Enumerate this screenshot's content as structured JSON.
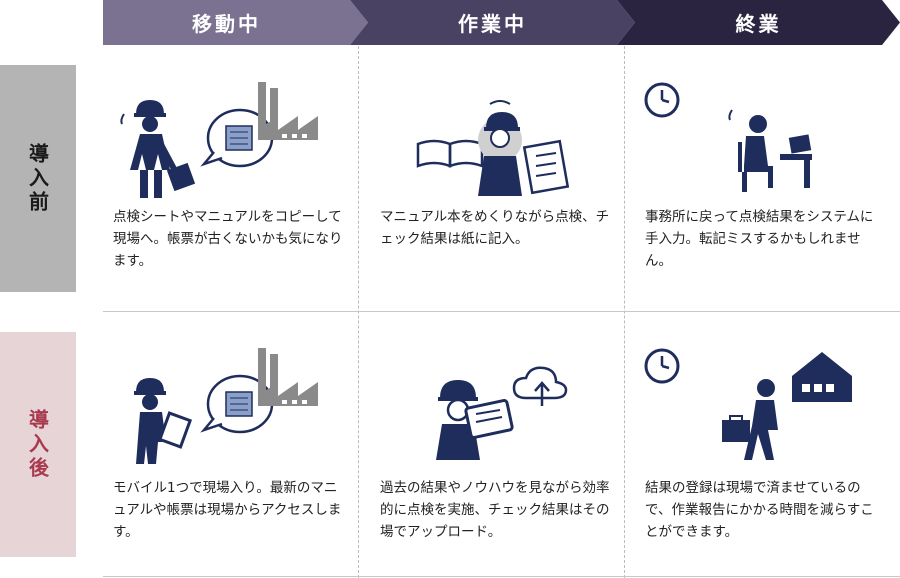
{
  "phases": [
    "移動中",
    "作業中",
    "終業"
  ],
  "rows": [
    {
      "label": "導入前",
      "cells": [
        "点検シートやマニュアルをコピーして現場へ。帳票が古くないかも気になります。",
        "マニュアル本をめくりながら点検、チェック結果は紙に記入。",
        "事務所に戻って点検結果をシステムに手入力。転記ミスするかもしれません。"
      ]
    },
    {
      "label": "導入後",
      "cells": [
        "モバイル1つで現場入り。最新のマニュアルや帳票は現場からアクセスします。",
        "過去の結果やノウハウを見ながら効率的に点検を実施、チェック結果はその場でアップロード。",
        "結果の登録は現場で済ませているので、作業報告にかかる時間を減らすことができます。"
      ]
    }
  ],
  "colors": {
    "phase1": "#7a7290",
    "phase2": "#4a4262",
    "phase3": "#2a2440",
    "before_label_bg": "#b4b4b4",
    "after_label_bg": "#e7d4d7",
    "after_label_text": "#a83a4e",
    "icon_navy": "#1f2d5c",
    "icon_gray": "#8a8a8a"
  },
  "icons": {
    "before_moving": [
      "worker-with-bag-icon",
      "document-bubble-icon",
      "factory-icon"
    ],
    "before_working": [
      "manual-book-icon",
      "confused-worker-icon",
      "checklist-icon"
    ],
    "before_end": [
      "clock-icon",
      "office-worker-at-pc-icon"
    ],
    "after_moving": [
      "worker-with-tablet-icon",
      "document-bubble-icon",
      "factory-icon"
    ],
    "after_working": [
      "worker-with-tablet-icon",
      "cloud-upload-icon"
    ],
    "after_end": [
      "clock-icon",
      "walking-worker-icon",
      "house-icon"
    ]
  }
}
